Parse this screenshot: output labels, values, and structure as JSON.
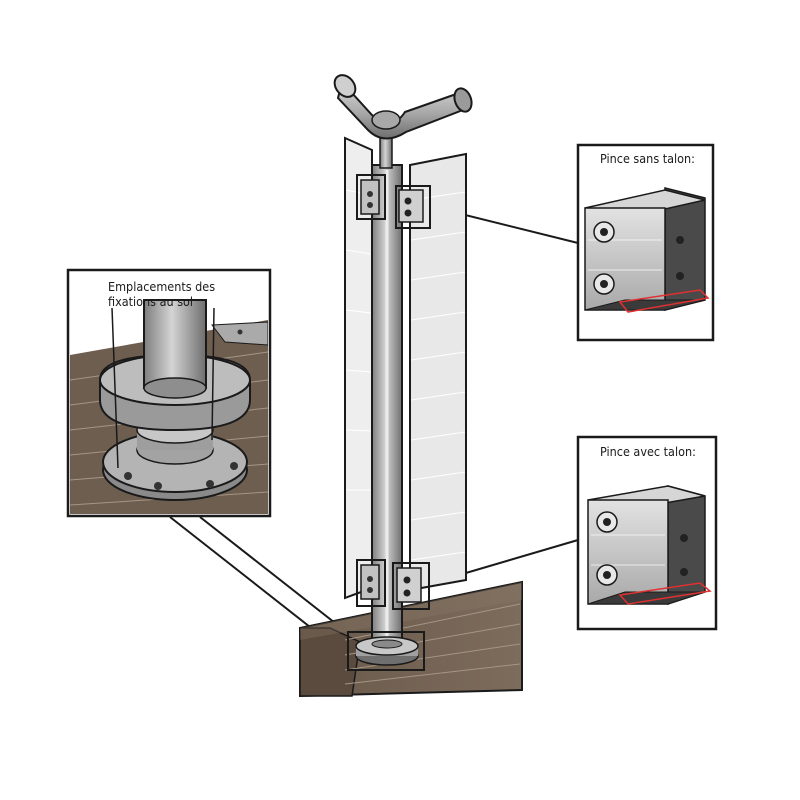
{
  "callouts": {
    "floor_detail": {
      "label_line1": "Emplacements des",
      "label_line2": "fixations au sol"
    },
    "clamp_without_heel": {
      "label": "Pince sans talon:"
    },
    "clamp_with_heel": {
      "label": "Pince avec talon:"
    }
  },
  "colors": {
    "outline": "#1a1a1a",
    "metal": "#b9b9b9",
    "metal_dark": "#8a8a8a",
    "glass": "#e6e6e6",
    "wood": "#6b5a4a",
    "wood_dark": "#4e4036",
    "highlight_red": "#e03030"
  }
}
